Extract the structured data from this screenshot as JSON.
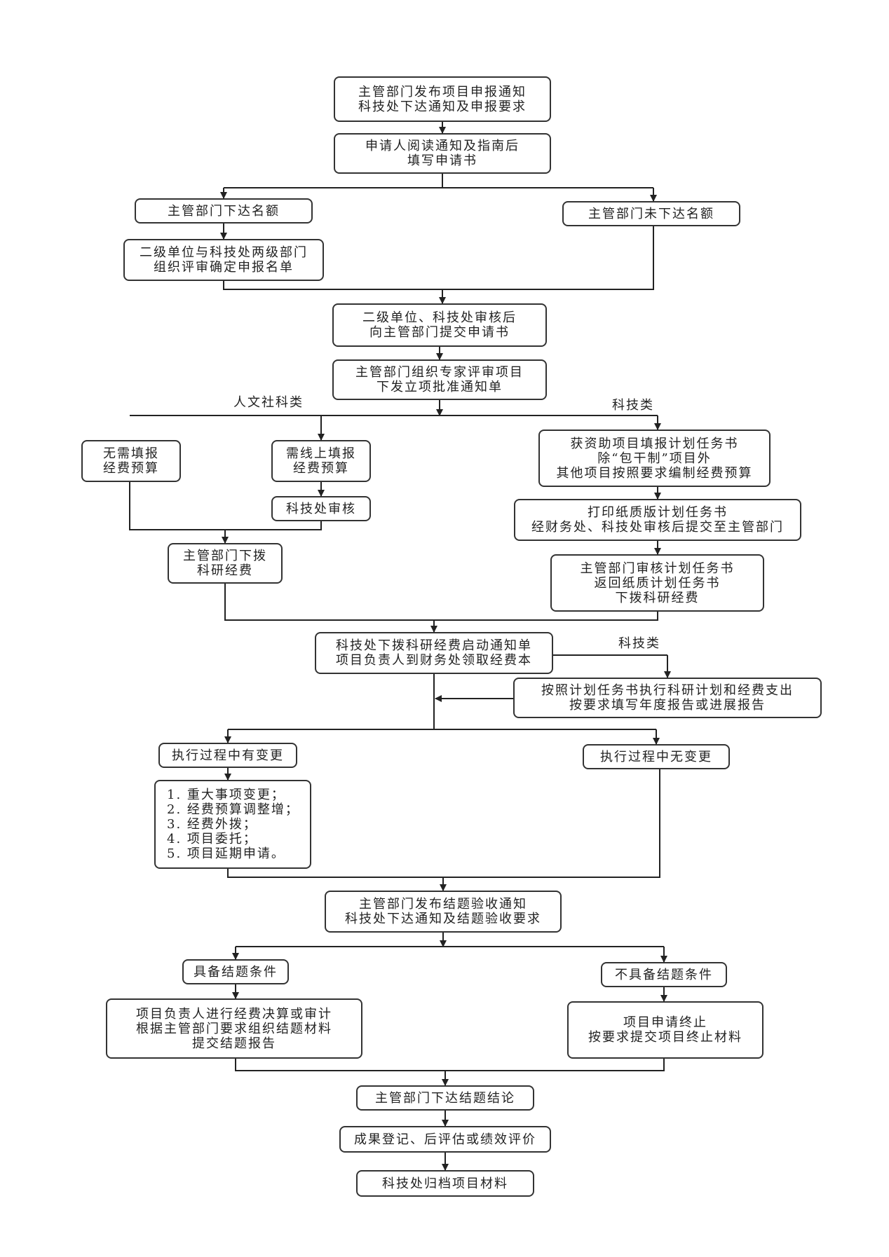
{
  "nodes": {
    "n1": "主管部门发布项目申报通知\n科技处下达通知及申报要求",
    "n2": "申请人阅读通知及指南后\n填写申请书",
    "n3": "主管部门下达名额",
    "n4": "主管部门未下达名额",
    "n5": "二级单位与科技处两级部门\n组织评审确定申报名单",
    "n6": "二级单位、科技处审核后\n向主管部门提交申请书",
    "n7": "主管部门组织专家评审项目\n下发立项批准通知单",
    "n8": "无需填报\n经费预算",
    "n9": "需线上填报\n经费预算",
    "n10": "科技处审核",
    "n11": "主管部门下拨\n科研经费",
    "n12": "获资助项目填报计划任务书\n除“包干制”项目外\n其他项目按照要求编制经费预算",
    "n13": "打印纸质版计划任务书\n经财务处、科技处审核后提交至主管部门",
    "n14": "主管部门审核计划任务书\n返回纸质计划任务书\n下拨科研经费",
    "n15": "科技处下拨科研经费启动通知单\n项目负责人到财务处领取经费本",
    "n16": "按照计划任务书执行科研计划和经费支出\n按要求填写年度报告或进展报告",
    "n17": "执行过程中有变更",
    "n18": "执行过程中无变更",
    "n19": "1. 重大事项变更；\n2. 经费预算调整增；\n3. 经费外拨；\n4. 项目委托；\n5. 项目延期申请。",
    "n20": "主管部门发布结题验收通知\n科技处下达通知及结题验收要求",
    "n21": "具备结题条件",
    "n22": "不具备结题条件",
    "n23": "项目负责人进行经费决算或审计\n根据主管部门要求组织结题材料\n提交结题报告",
    "n24": "项目申请终止\n按要求提交项目终止材料",
    "n25": "主管部门下达结题结论",
    "n26": "成果登记、后评估或绩效评价",
    "n27": "科技处归档项目材料"
  },
  "labels": {
    "humanities": "人文社科类",
    "science_1": "科技类",
    "science_2": "科技类"
  }
}
